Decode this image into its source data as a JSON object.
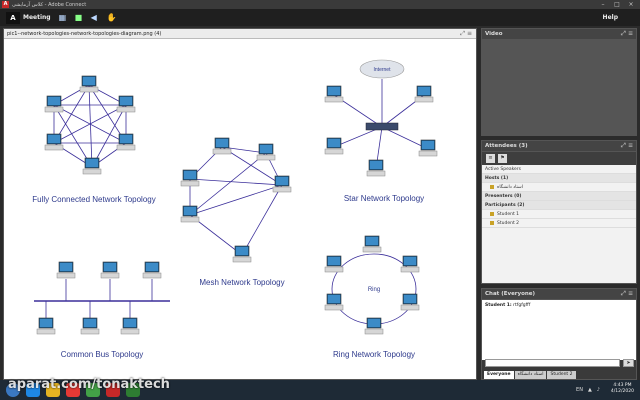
{
  "window": {
    "title": "کلاس آزمایشی - Adobe Connect",
    "controls": [
      "–",
      "□",
      "×"
    ]
  },
  "menubar": {
    "meeting": "Meeting",
    "help": "Help"
  },
  "share": {
    "title": "pic1--network-topologies-network-topologies-diagram.png (4)"
  },
  "diagram": {
    "labels": {
      "full": "Fully Connected Network Topology",
      "mesh": "Mesh Network Topology",
      "star": "Star Network Topology",
      "bus": "Common Bus Topology",
      "ring": "Ring Network Topology",
      "internet": "Internet",
      "ring_center": "Ring"
    },
    "colors": {
      "label": "#2e3a8c",
      "link": "#3b2f9a"
    }
  },
  "video": {
    "title": "Video"
  },
  "attendees": {
    "title": "Attendees (3)",
    "active_speakers": "Active Speakers",
    "hosts_header": "Hosts (1)",
    "host_name": "استاد دانشگاه",
    "presenters_header": "Presenters (0)",
    "participants_header": "Participants (2)",
    "participants": [
      "Student 1",
      "Student 2"
    ]
  },
  "chat": {
    "title": "Chat (Everyone)",
    "messages": [
      {
        "author": "Student 1:",
        "text": "rtfgfgfff"
      }
    ],
    "send_label": "",
    "tabs": [
      "Everyone",
      "استاد دانشگاه",
      "Student 2"
    ]
  },
  "taskbar": {
    "lang": "EN",
    "time": "4:43 PM",
    "date": "4/12/2020"
  },
  "watermark": "aparat.com/tonaktech"
}
